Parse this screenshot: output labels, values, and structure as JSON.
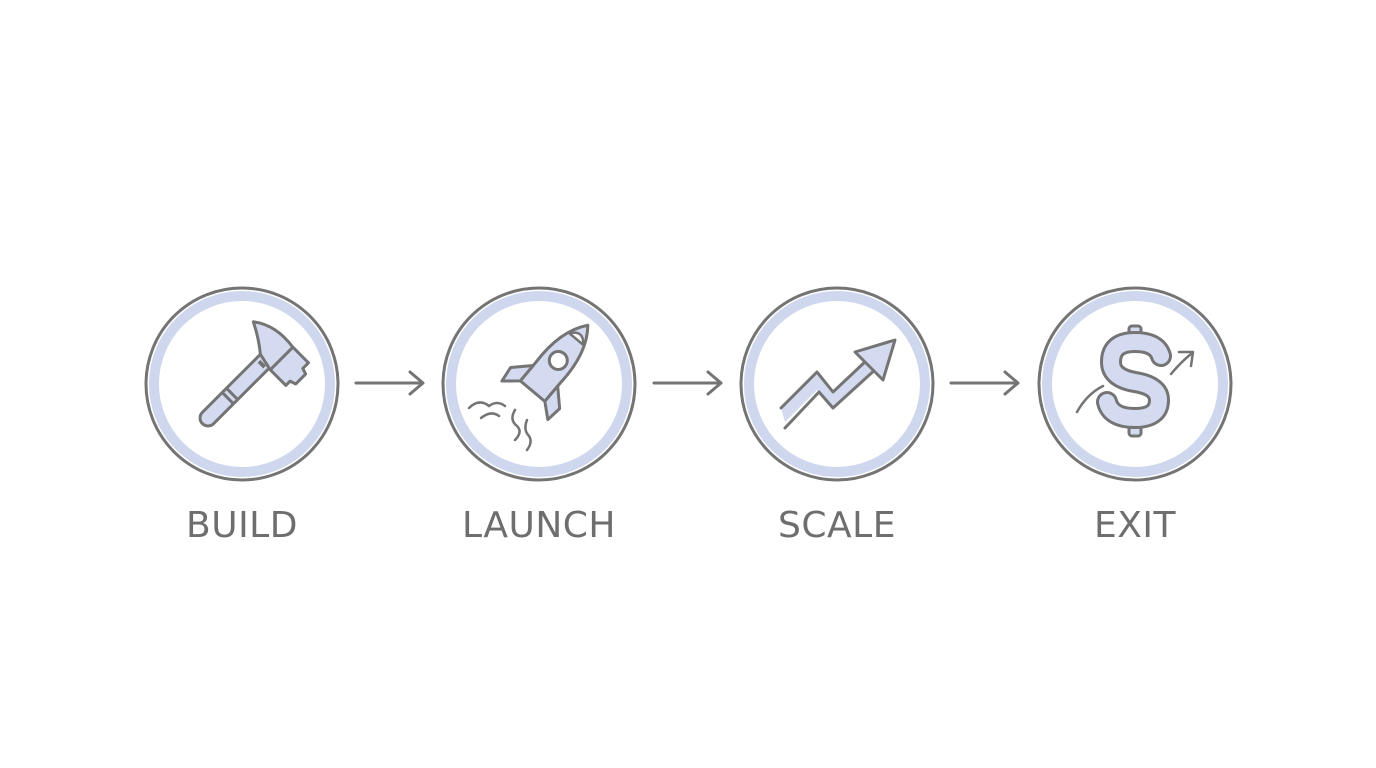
{
  "colors": {
    "stroke": "#747474",
    "ring": "#cfd7ee",
    "fill": "#d4dbf0",
    "label": "#6e6e6e",
    "background": "#ffffff"
  },
  "steps": [
    {
      "label": "BUILD",
      "icon": "hammer-icon"
    },
    {
      "label": "LAUNCH",
      "icon": "rocket-icon"
    },
    {
      "label": "SCALE",
      "icon": "trend-up-arrow-icon"
    },
    {
      "label": "EXIT",
      "icon": "dollar-growth-icon"
    }
  ],
  "connectors": [
    "arrow-right-icon",
    "arrow-right-icon",
    "arrow-right-icon"
  ]
}
